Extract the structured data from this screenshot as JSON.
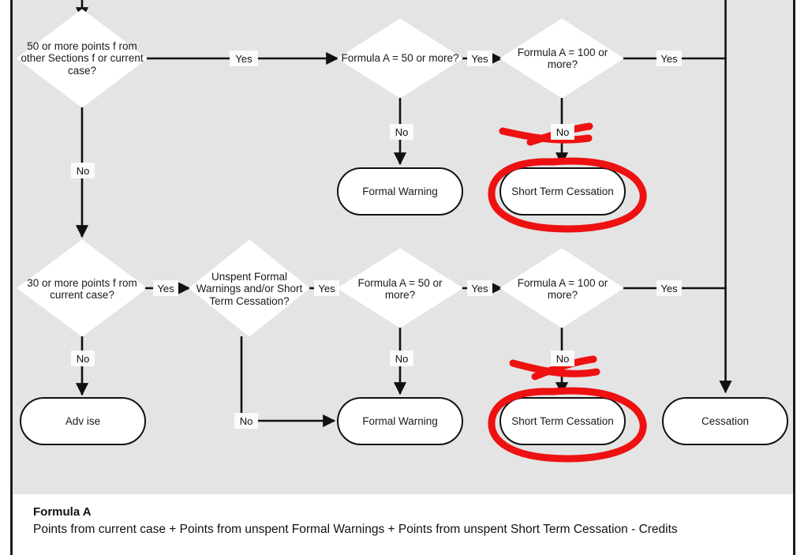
{
  "diagram": {
    "type": "flowchart",
    "background_color": "#e4e4e4",
    "page_background": "#ffffff",
    "line_color": "#111111",
    "node_fill": "#ffffff",
    "annotation_color": "#ee1111",
    "nodes": [
      {
        "id": "d1",
        "shape": "diamond",
        "text": "50 or more points f rom other Sections f or current case?"
      },
      {
        "id": "d2",
        "shape": "diamond",
        "text": "Formula A = 50 or more?"
      },
      {
        "id": "d3",
        "shape": "diamond",
        "text": "Formula A = 100 or more?"
      },
      {
        "id": "t1",
        "shape": "terminal",
        "text": "Formal Warning"
      },
      {
        "id": "t2",
        "shape": "terminal",
        "text": "Short Term Cessation"
      },
      {
        "id": "d4",
        "shape": "diamond",
        "text": "30 or more points f rom current case?"
      },
      {
        "id": "d5",
        "shape": "diamond",
        "text": "Unspent Formal Warnings and/or Short Term Cessation?"
      },
      {
        "id": "d6",
        "shape": "diamond",
        "text": "Formula A = 50 or more?"
      },
      {
        "id": "d7",
        "shape": "diamond",
        "text": "Formula A = 100 or more?"
      },
      {
        "id": "t3",
        "shape": "terminal",
        "text": "Adv ise"
      },
      {
        "id": "t4",
        "shape": "terminal",
        "text": "Formal Warning"
      },
      {
        "id": "t5",
        "shape": "terminal",
        "text": "Short Term Cessation"
      },
      {
        "id": "t6",
        "shape": "terminal",
        "text": "Cessation"
      }
    ],
    "edge_labels": {
      "d1_yes": "Yes",
      "d1_no": "No",
      "d2_yes": "Yes",
      "d2_no": "No",
      "d3_yes": "Yes",
      "d3_no": "No",
      "d4_yes": "Yes",
      "d4_no": "No",
      "d5_yes": "Yes",
      "d5_no": "No",
      "d6_yes": "Yes",
      "d6_no": "No",
      "d7_yes": "Yes",
      "d7_no": "No"
    },
    "annotations": [
      {
        "id": "ann-top",
        "kind": "red-circle-and-cross",
        "targets": "Short Term Cessation (upper)"
      },
      {
        "id": "ann-bottom",
        "kind": "red-circle-and-cross",
        "targets": "Short Term Cessation (lower)"
      }
    ]
  },
  "footer": {
    "title": "Formula A",
    "body": "Points from current case + Points from unspent Formal Warnings + Points from unspent Short Term Cessation - Credits"
  }
}
